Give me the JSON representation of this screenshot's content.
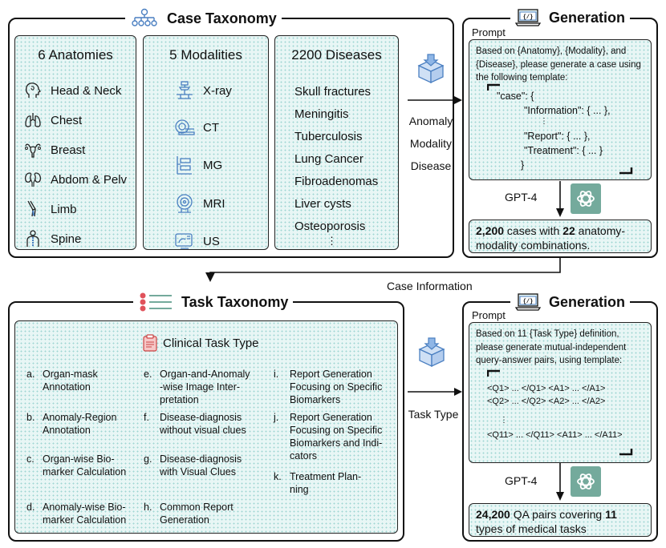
{
  "case_taxonomy": {
    "title": "Case Taxonomy",
    "anatomies": {
      "header": "6 Anatomies",
      "items": [
        "Head & Neck",
        "Chest",
        "Breast",
        "Abdom & Pelv",
        "Limb",
        "Spine"
      ],
      "icons": [
        "head-icon",
        "lungs-icon",
        "uterus-icon",
        "kidneys-icon",
        "limb-icon",
        "spine-icon"
      ]
    },
    "modalities": {
      "header": "5 Modalities",
      "items": [
        "X-ray",
        "CT",
        "MG",
        "MRI",
        "US"
      ],
      "icons": [
        "xray-machine-icon",
        "ct-scanner-icon",
        "mammography-icon",
        "mri-scanner-icon",
        "ultrasound-icon"
      ]
    },
    "diseases": {
      "header": "2200 Diseases",
      "items": [
        "Skull fractures",
        "Meningitis",
        "Tuberculosis",
        "Lung Cancer",
        "Fibroadenomas",
        "Liver cysts",
        "Osteoporosis",
        "⋮"
      ]
    }
  },
  "middle_top": {
    "lines": [
      "Anomaly",
      "Modality",
      "Disease"
    ]
  },
  "generation_top": {
    "title": "Generation",
    "prompt_label": "Prompt",
    "prompt_text": "Based on {Anatomy}, {Modality}, and {Disease}, please generate a case using the following template:",
    "template_lines": [
      "\"case\": {",
      "\"Information\": { ... },",
      "⋮",
      "\"Report\": { ... },",
      "\"Treatment\": { ... }",
      "}"
    ],
    "model": "GPT-4",
    "result_bold1": "2,200",
    "result_mid": " cases with ",
    "result_bold2": "22",
    "result_end": " anatomy-modality combinations."
  },
  "case_information_label": "Case Information",
  "task_taxonomy": {
    "title": "Task Taxonomy",
    "clinical_header": "Clinical Task Type",
    "tasks": [
      {
        "key": "a.",
        "text": "Organ-mask\nAnnotation"
      },
      {
        "key": "b.",
        "text": "Anomaly-Region\nAnnotation"
      },
      {
        "key": "c.",
        "text": "Organ-wise Bio-\nmarker Calculation"
      },
      {
        "key": "d.",
        "text": "Anomaly-wise Bio-\nmarker Calculation"
      },
      {
        "key": "e.",
        "text": "Organ-and-Anomaly\n-wise Image Inter-\npretation"
      },
      {
        "key": "f.",
        "text": "Disease-diagnosis\nwithout visual clues"
      },
      {
        "key": "g.",
        "text": "Disease-diagnosis\nwith Visual Clues"
      },
      {
        "key": "h.",
        "text": "Common Report\nGeneration"
      },
      {
        "key": "i.",
        "text": "Report Generation\nFocusing on Specific\nBiomarkers"
      },
      {
        "key": "j.",
        "text": "Report Generation\nFocusing on Specific\nBiomarkers and Indi-\ncators"
      },
      {
        "key": "k.",
        "text": "Treatment Plan-\nning"
      }
    ]
  },
  "middle_bottom": {
    "label": "Task Type"
  },
  "generation_bottom": {
    "title": "Generation",
    "prompt_label": "Prompt",
    "prompt_text": "Based on 11 {Task Type} definition, please generate mutual-independent query-answer pairs, using template:",
    "template_lines": [
      "<Q1> ... </Q1> <A1> ... </A1>",
      "<Q2> ... </Q2> <A2> ... </A2>",
      "⋮",
      "<Q11> ... </Q11> <A11> ... </A11>"
    ],
    "model": "GPT-4",
    "result_bold1": "24,200",
    "result_mid": " QA pairs covering ",
    "result_bold2": "11",
    "result_end": " types of medical tasks"
  }
}
